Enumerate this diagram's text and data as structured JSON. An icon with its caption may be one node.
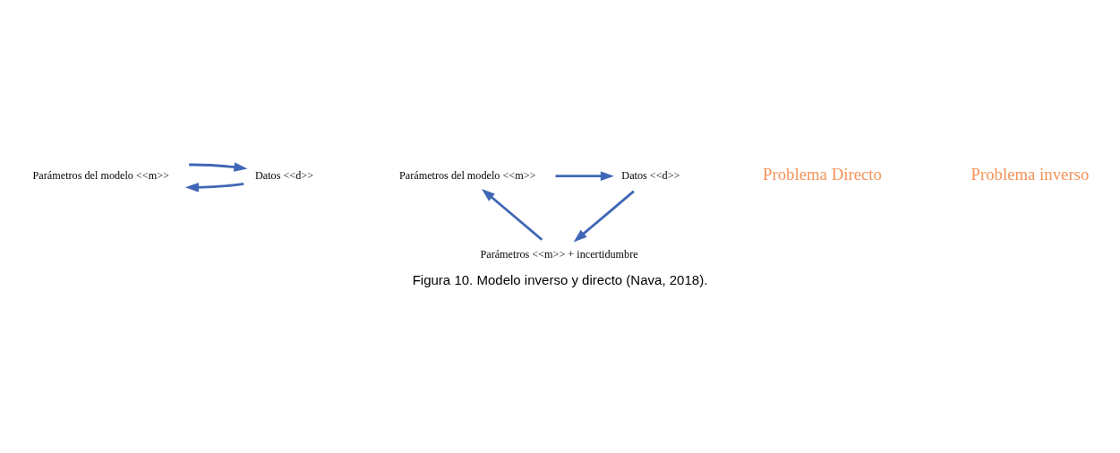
{
  "diagram": {
    "caption": "Figura 10. Modelo inverso y directo (Nava, 2018).",
    "nodes": [
      {
        "text": [
          "Parámetros del modelo <<m>>"
        ]
      },
      {
        "text": [
          "Datos <<d>>"
        ]
      },
      {
        "text": [
          "Datos <<d>>"
        ]
      },
      {
        "text": [
          "Parámetros del modelo <<m>>"
        ]
      },
      {
        "text": [
          "Parámetros <<m>> + incertidumbre"
        ]
      }
    ],
    "edges": [
      {
        "from": 1,
        "to": 0,
        "arrow": "to"
      },
      {
        "from": 0,
        "to": 1,
        "arrow": "to"
      },
      {
        "from": 3,
        "to": 2,
        "arrow": "to"
      },
      {
        "from": 2,
        "to": 4,
        "arrow": "to"
      },
      {
        "from": 4,
        "to": 3,
        "arrow": "to"
      }
    ],
    "labels": [
      "Problema Directo",
      "Problema inverso"
    ]
  }
}
